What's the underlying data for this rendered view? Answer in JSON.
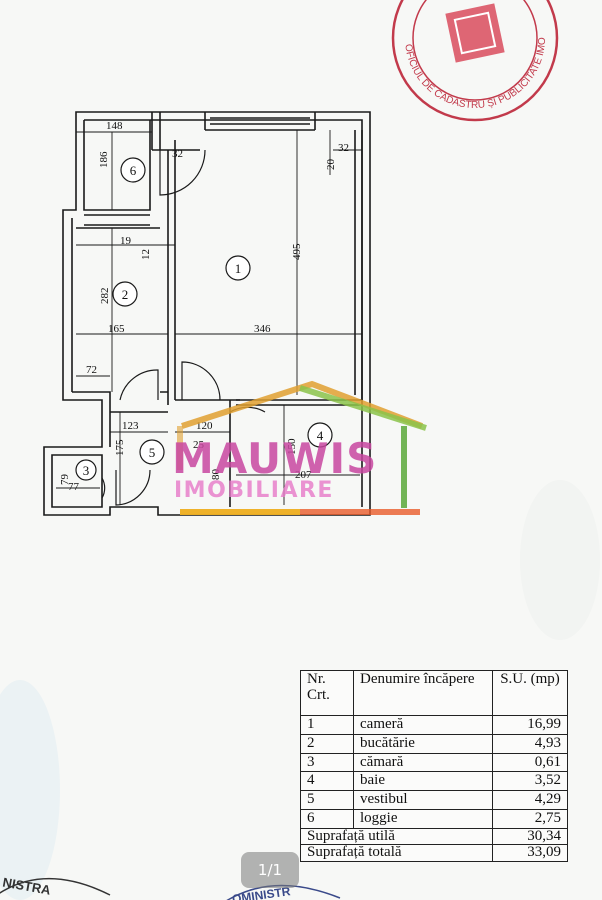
{
  "plan": {
    "room_numbers": [
      "1",
      "2",
      "3",
      "4",
      "5",
      "6"
    ],
    "dimensions": [
      "148",
      "186",
      "32",
      "20",
      "32",
      "495",
      "19",
      "12",
      "282",
      "165",
      "346",
      "72",
      "123",
      "120",
      "175",
      "207",
      "25",
      "150",
      "80",
      "79",
      "77"
    ]
  },
  "watermark": {
    "line1": "MAUWIS",
    "line2": "IMOBILIARE"
  },
  "stamp": {
    "text": "OFICIUL DE CADASTRU ȘI PUBLICITATE IMOBILIARĂ"
  },
  "table": {
    "header": {
      "nr": "Nr. Crt.",
      "name": "Denumire încăpere",
      "su": "S.U. (mp)"
    },
    "rows": [
      {
        "nr": "1",
        "name": "cameră",
        "su": "16,99"
      },
      {
        "nr": "2",
        "name": "bucătărie",
        "su": "4,93"
      },
      {
        "nr": "3",
        "name": "cămară",
        "su": "0,61"
      },
      {
        "nr": "4",
        "name": "baie",
        "su": "3,52"
      },
      {
        "nr": "5",
        "name": "vestibul",
        "su": "4,29"
      },
      {
        "nr": "6",
        "name": "loggie",
        "su": "2,75"
      }
    ],
    "useful_label": "Suprafață utilă",
    "useful_value": "30,34",
    "total_label": "Suprafață totală",
    "total_value": "33,09"
  },
  "page_counter": "1/1",
  "bottom_stamps": [
    "NISTRA",
    "OMINISTR"
  ]
}
